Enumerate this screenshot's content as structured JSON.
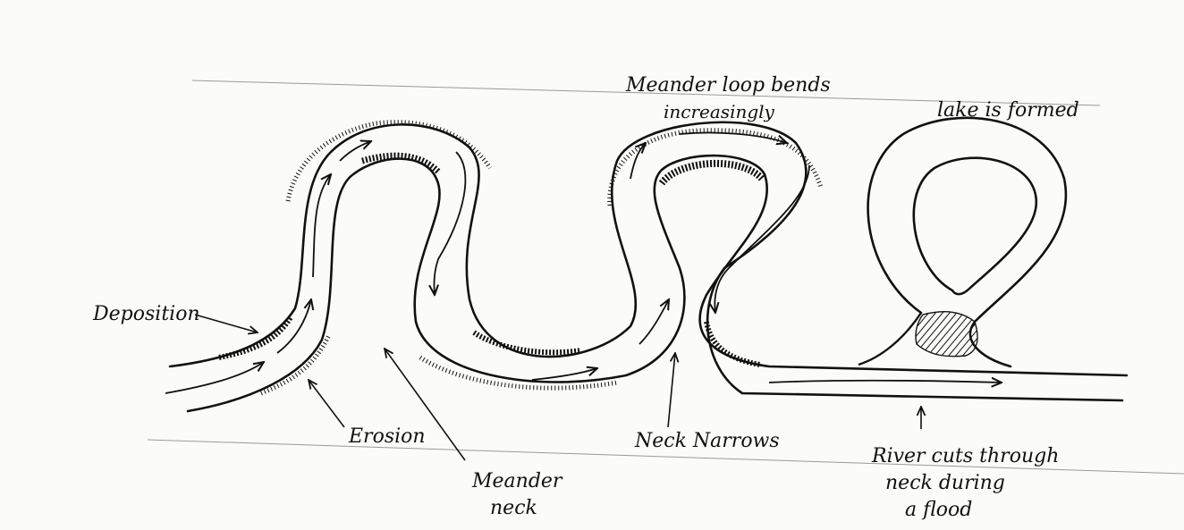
{
  "diagram": {
    "colors": {
      "ink": "#111111",
      "pencil": "#9a9a9a",
      "paper": "#fbfbfa"
    },
    "labels": {
      "deposition": "Deposition",
      "erosion": "Erosion",
      "meander_neck_line1": "Meander",
      "meander_neck_line2": "neck",
      "loop_bends_line1": "Meander loop bends",
      "loop_bends_line2": "increasingly",
      "neck_narrows": "Neck Narrows",
      "lake_formed": "lake is formed",
      "cuts_line1": "River cuts through",
      "cuts_line2": "neck during",
      "cuts_line3": "a flood"
    }
  }
}
